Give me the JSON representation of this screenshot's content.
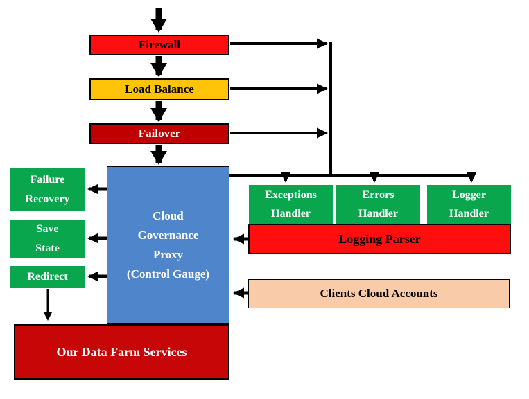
{
  "diagram": {
    "nodes": {
      "firewall": {
        "label": "Firewall",
        "bg": "#FE0E0E",
        "text_color": "#000000"
      },
      "load_balance": {
        "label": "Load Balance",
        "bg": "#FFC307",
        "text_color": "#000000"
      },
      "failover": {
        "label": "Failover",
        "bg": "#C00000",
        "text_color": "#FFFFFF"
      },
      "cloud_proxy": {
        "label": "Cloud\nGovernance\nProxy\n(Control Gauge)",
        "bg": "#4F86CB",
        "text_color": "#FFFFFF"
      },
      "failure_recovery": {
        "label": "Failure\nRecovery",
        "bg": "#0AA64E",
        "text_color": "#FFFFFF"
      },
      "save_state": {
        "label": "Save\nState",
        "bg": "#0AA64E",
        "text_color": "#FFFFFF"
      },
      "redirect": {
        "label": "Redirect",
        "bg": "#0AA64E",
        "text_color": "#FFFFFF"
      },
      "exceptions_handler": {
        "label": "Exceptions\nHandler",
        "bg": "#0AA64E",
        "text_color": "#FFFFFF"
      },
      "errors_handler": {
        "label": "Errors\nHandler",
        "bg": "#0AA64E",
        "text_color": "#FFFFFF"
      },
      "logger_handler": {
        "label": "Logger\nHandler",
        "bg": "#0AA64E",
        "text_color": "#FFFFFF"
      },
      "logging_parser": {
        "label": "Logging Parser",
        "bg": "#FE0E0E",
        "text_color": "#000000"
      },
      "clients_cloud_accounts": {
        "label": "Clients Cloud Accounts",
        "bg": "#F9CBA8",
        "text_color": "#000000"
      },
      "data_farm": {
        "label": "Our Data Farm Services",
        "bg": "#C70707",
        "text_color": "#FFFFFF"
      }
    },
    "palette": {
      "bright_red": "#FE0E0E",
      "gold": "#FFC307",
      "dark_red": "#C00000",
      "green": "#0AA64E",
      "blue": "#4F86CB",
      "peach": "#F9CBA8",
      "connector": "#000000"
    },
    "edges": [
      {
        "from": "external-entry",
        "to": "firewall"
      },
      {
        "from": "firewall",
        "to": "load_balance"
      },
      {
        "from": "load_balance",
        "to": "failover"
      },
      {
        "from": "failover",
        "to": "cloud_proxy"
      },
      {
        "from": "firewall",
        "to": "handlers_trunk"
      },
      {
        "from": "load_balance",
        "to": "handlers_trunk"
      },
      {
        "from": "failover",
        "to": "handlers_trunk"
      },
      {
        "from": "cloud_proxy",
        "to": "exceptions_handler"
      },
      {
        "from": "cloud_proxy",
        "to": "errors_handler"
      },
      {
        "from": "cloud_proxy",
        "to": "logger_handler"
      },
      {
        "from": "cloud_proxy",
        "to": "failure_recovery"
      },
      {
        "from": "cloud_proxy",
        "to": "save_state"
      },
      {
        "from": "cloud_proxy",
        "to": "redirect"
      },
      {
        "from": "redirect",
        "to": "data_farm"
      },
      {
        "from": "logging_parser",
        "to": "cloud_proxy"
      },
      {
        "from": "clients_cloud_accounts",
        "to": "cloud_proxy"
      }
    ]
  }
}
